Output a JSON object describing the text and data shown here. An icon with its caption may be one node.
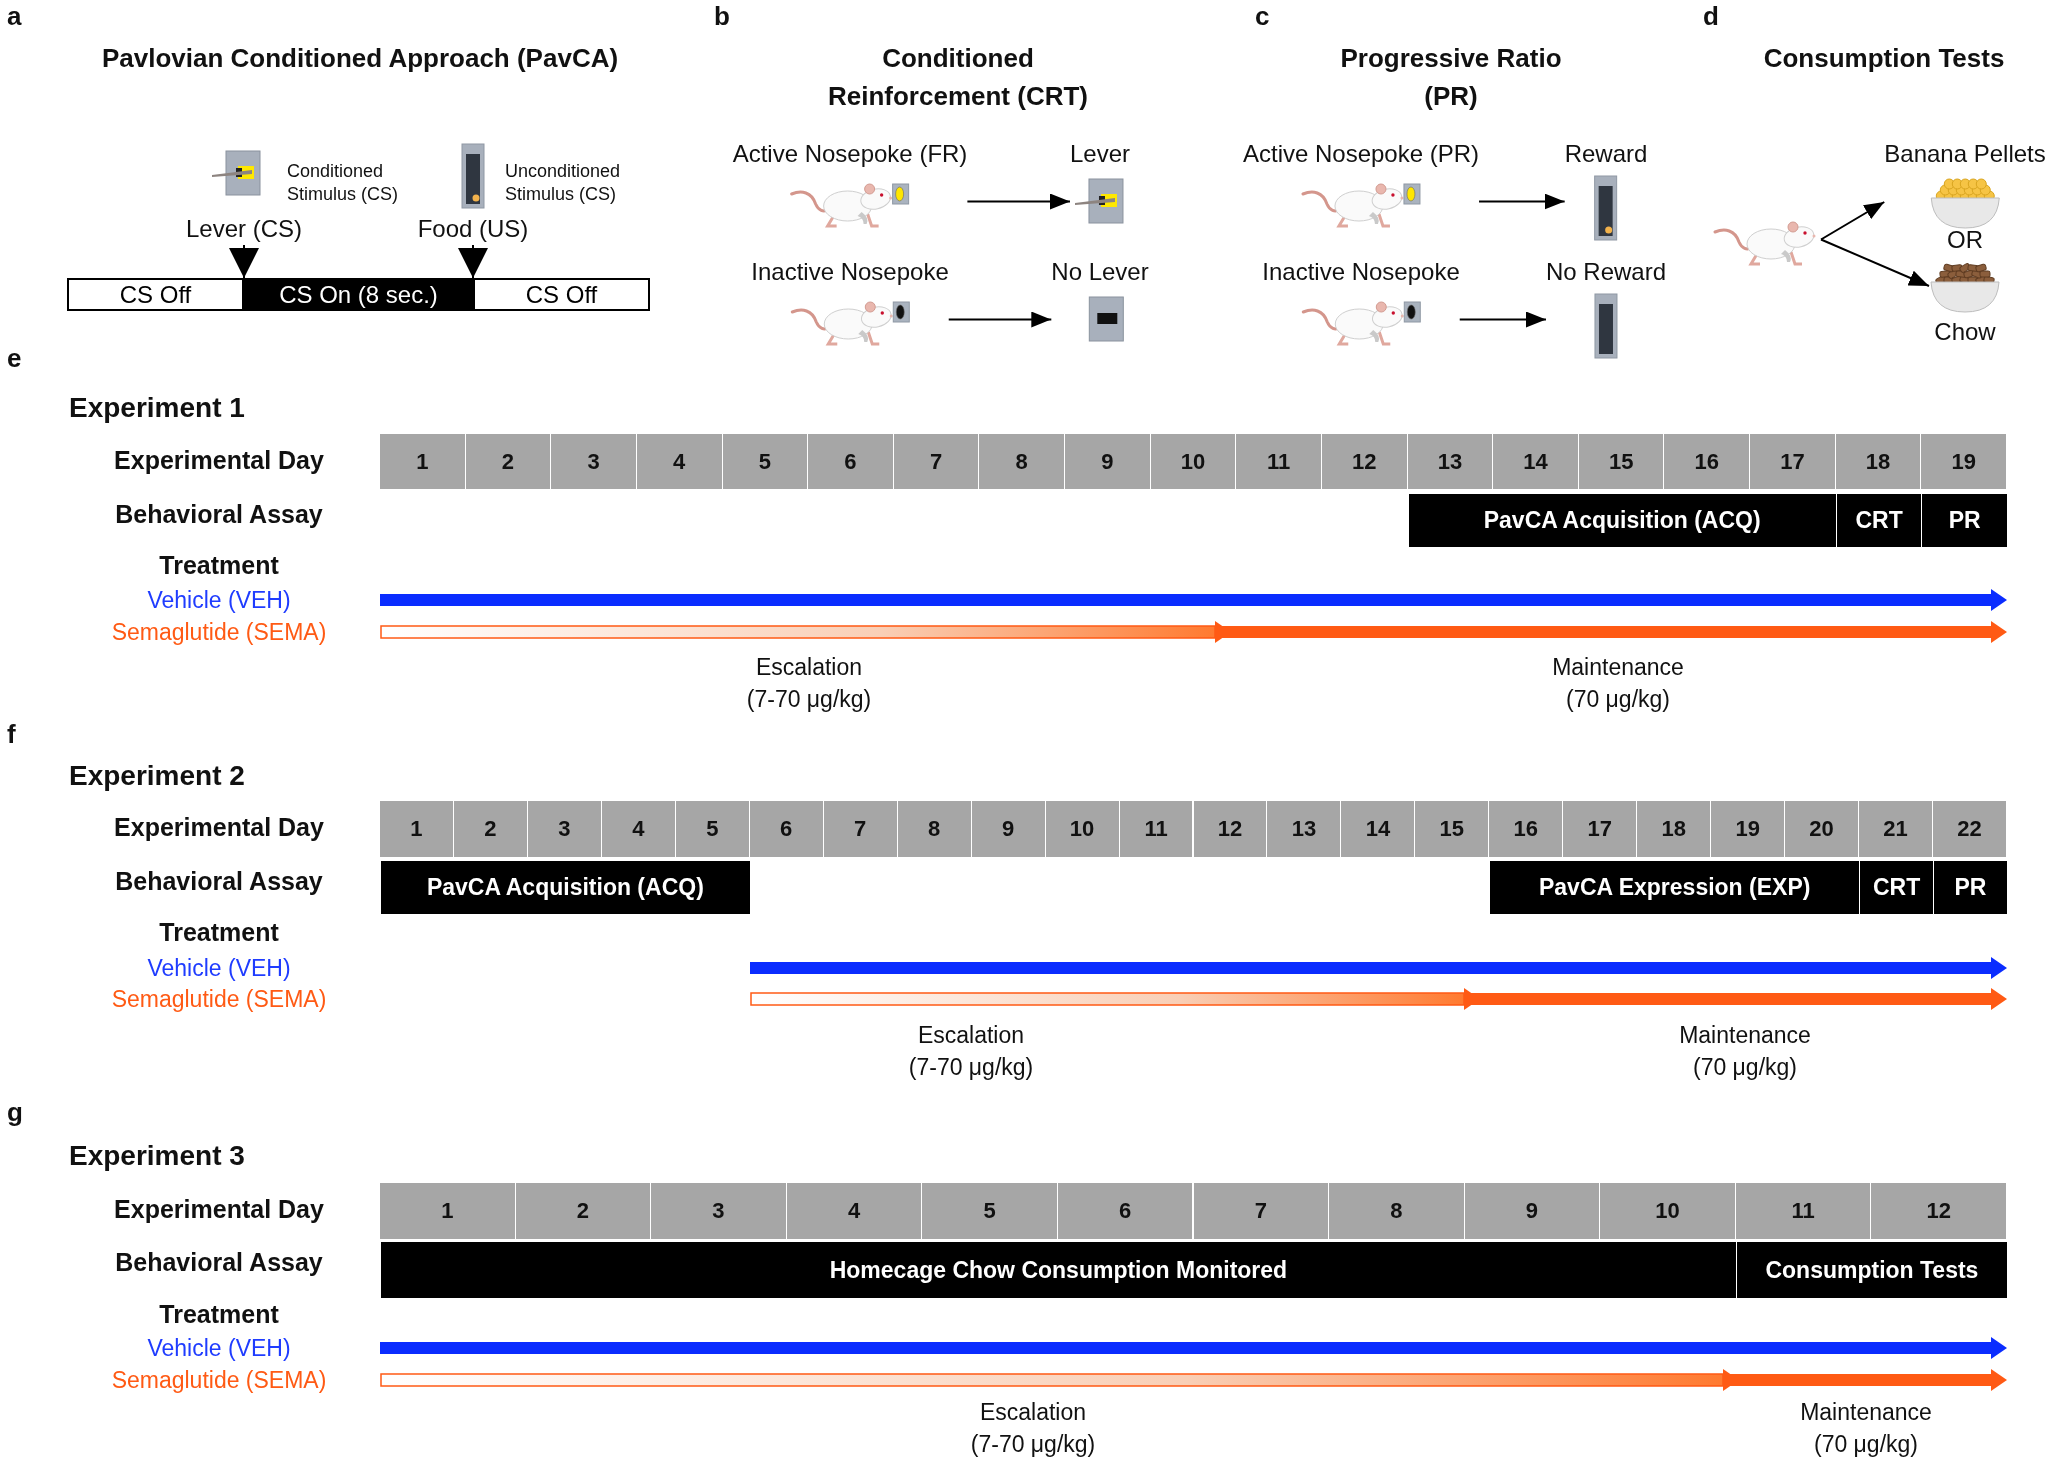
{
  "diagram": {
    "nodes": [
      {
        "text": [
          "Lever (CS)"
        ]
      },
      {
        "text": [
          "Food (US)"
        ]
      },
      {
        "text": [
          "CS Off"
        ]
      },
      {
        "text": [
          "CS On (8 sec.)"
        ]
      },
      {
        "text": [
          "CS Off"
        ]
      },
      {
        "text": [
          "Active Nosepoke (FR)"
        ]
      },
      {
        "text": [
          "Lever"
        ]
      },
      {
        "text": [
          "Inactive Nosepoke"
        ]
      },
      {
        "text": [
          "No Lever"
        ]
      },
      {
        "text": [
          "Active Nosepoke (PR)"
        ]
      },
      {
        "text": [
          "Reward"
        ]
      },
      {
        "text": [
          "Inactive Nosepoke"
        ]
      },
      {
        "text": [
          "No Reward"
        ]
      },
      {
        "text": [],
        "shape": "picture"
      },
      {
        "text": [
          "Banana Pellets"
        ]
      },
      {
        "text": [
          "Chow"
        ]
      },
      {
        "text": [
          "1"
        ]
      },
      {
        "text": [
          "2"
        ]
      },
      {
        "text": [
          "3"
        ]
      },
      {
        "text": [
          "4"
        ]
      },
      {
        "text": [
          "5"
        ]
      },
      {
        "text": [
          "6"
        ]
      },
      {
        "text": [
          "7"
        ]
      },
      {
        "text": [
          "8"
        ]
      },
      {
        "text": [
          "9"
        ]
      },
      {
        "text": [
          "10"
        ]
      },
      {
        "text": [
          "11"
        ]
      },
      {
        "text": [
          "12"
        ]
      },
      {
        "text": [
          "13"
        ]
      },
      {
        "text": [
          "14"
        ]
      },
      {
        "text": [
          "15"
        ]
      },
      {
        "text": [
          "16"
        ]
      },
      {
        "text": [
          "17"
        ]
      },
      {
        "text": [
          "18"
        ]
      },
      {
        "text": [
          "19"
        ]
      },
      {
        "text": [
          "PavCA Acquisition (ACQ)"
        ]
      },
      {
        "text": [
          "CRT"
        ]
      },
      {
        "text": [
          "PR"
        ]
      },
      {
        "text": [
          "1"
        ]
      },
      {
        "text": [
          "2"
        ]
      },
      {
        "text": [
          "3"
        ]
      },
      {
        "text": [
          "4"
        ]
      },
      {
        "text": [
          "5"
        ]
      },
      {
        "text": [
          "6"
        ]
      },
      {
        "text": [
          "7"
        ]
      },
      {
        "text": [
          "8"
        ]
      },
      {
        "text": [
          "9"
        ]
      },
      {
        "text": [
          "10"
        ]
      },
      {
        "text": [
          "11"
        ]
      },
      {
        "text": [
          "12"
        ]
      },
      {
        "text": [
          "13"
        ]
      },
      {
        "text": [
          "14"
        ]
      },
      {
        "text": [
          "15"
        ]
      },
      {
        "text": [
          "16"
        ]
      },
      {
        "text": [
          "17"
        ]
      },
      {
        "text": [
          "18"
        ]
      },
      {
        "text": [
          "19"
        ]
      },
      {
        "text": [
          "20"
        ]
      },
      {
        "text": [
          "21"
        ]
      },
      {
        "text": [
          "22"
        ]
      },
      {
        "text": [
          "PavCA Acquisition (ACQ)"
        ]
      },
      {
        "text": [
          "PavCA Expression (EXP)"
        ]
      },
      {
        "text": [
          "CRT"
        ]
      },
      {
        "text": [
          "PR"
        ]
      },
      {
        "text": [
          "1"
        ]
      },
      {
        "text": [
          "2"
        ]
      },
      {
        "text": [
          "3"
        ]
      },
      {
        "text": [
          "4"
        ]
      },
      {
        "text": [
          "5"
        ]
      },
      {
        "text": [
          "6"
        ]
      },
      {
        "text": [
          "7"
        ]
      },
      {
        "text": [
          "8"
        ]
      },
      {
        "text": [
          "9"
        ]
      },
      {
        "text": [
          "10"
        ]
      },
      {
        "text": [
          "11"
        ]
      },
      {
        "text": [
          "12"
        ]
      },
      {
        "text": [
          "Homecage Chow Consumption Monitored"
        ]
      },
      {
        "text": [
          "Consumption Tests"
        ]
      }
    ],
    "edges": [
      {
        "from": 0,
        "to": null,
        "arrow": "to"
      },
      {
        "from": 1,
        "to": null,
        "arrow": "to"
      },
      {
        "from": 5,
        "to": 6,
        "arrow": "to"
      },
      {
        "from": 7,
        "to": 8,
        "arrow": "to"
      },
      {
        "from": 9,
        "to": 10,
        "arrow": "to"
      },
      {
        "from": 11,
        "to": 12,
        "arrow": "to"
      },
      {
        "from": 13,
        "to": 14,
        "arrow": "to"
      },
      {
        "from": 13,
        "to": 15,
        "arrow": "to"
      }
    ],
    "labels": [
      "a",
      "Pavlovian Conditioned Approach (PavCA)",
      "Conditioned Stimulus (CS)",
      "Unconditioned Stimulus (CS)",
      "b",
      "Conditioned Reinforcement (CRT)",
      "c",
      "Progressive Ratio (PR)",
      "d",
      "Consumption Tests",
      "OR",
      "e",
      "Experiment 1",
      "Experimental Day",
      "Behavioral Assay",
      "Treatment",
      "Vehicle (VEH)",
      "Semaglutide (SEMA)",
      "Escalation (7-70 μg/kg)",
      "Maintenance (70 μg/kg)",
      "f",
      "Experiment 2",
      "Experimental Day",
      "Behavioral Assay",
      "Treatment",
      "Vehicle (VEH)",
      "Semaglutide (SEMA)",
      "Escalation (7-70 μg/kg)",
      "Maintenance (70 μg/kg)",
      "g",
      "Experiment 3",
      "Experimental Day",
      "Behavioral Assay",
      "Treatment",
      "Vehicle (VEH)",
      "Semaglutide (SEMA)",
      "Escalation (7-70 μg/kg)",
      "Maintenance (70 μg/kg)"
    ]
  }
}
